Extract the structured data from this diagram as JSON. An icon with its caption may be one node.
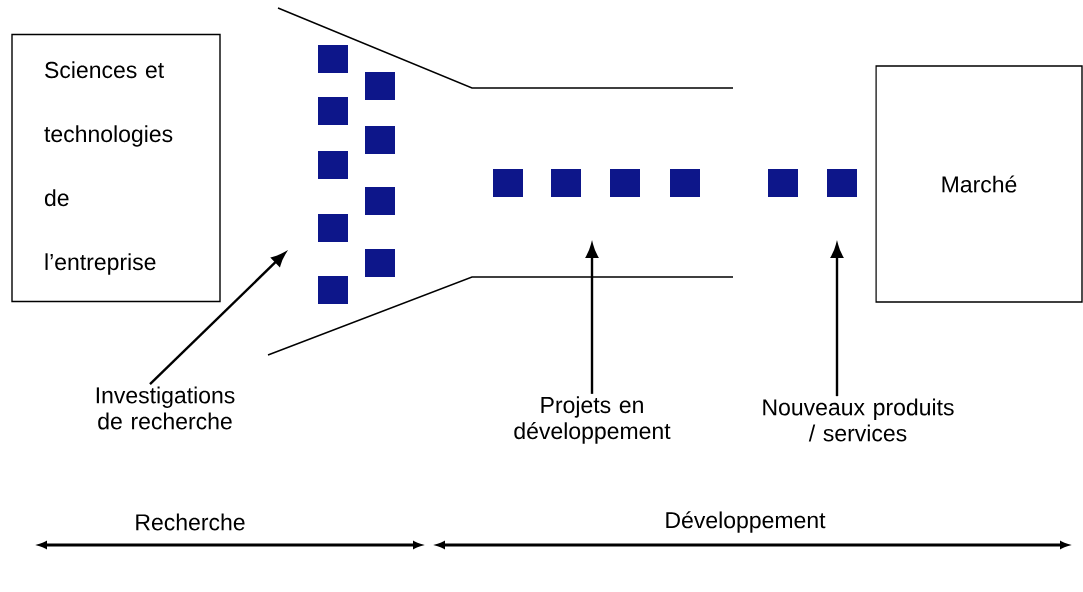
{
  "diagram": {
    "nodes": [
      {
        "text": [
          "Sciences et technologies de l’entreprise"
        ]
      },
      {
        "text": [
          "Marché"
        ]
      },
      {
        "text": [
          "Investigations de recherche"
        ]
      },
      {
        "text": [
          "Projets en développement"
        ]
      },
      {
        "text": [
          "Nouveaux produits / services"
        ]
      }
    ],
    "edges": [
      {
        "from": 2,
        "to": null,
        "arrow": "to"
      },
      {
        "from": 3,
        "to": null,
        "arrow": "to"
      },
      {
        "from": 4,
        "to": null,
        "arrow": "to"
      }
    ],
    "labels": [
      "Recherche",
      "Développement"
    ]
  }
}
